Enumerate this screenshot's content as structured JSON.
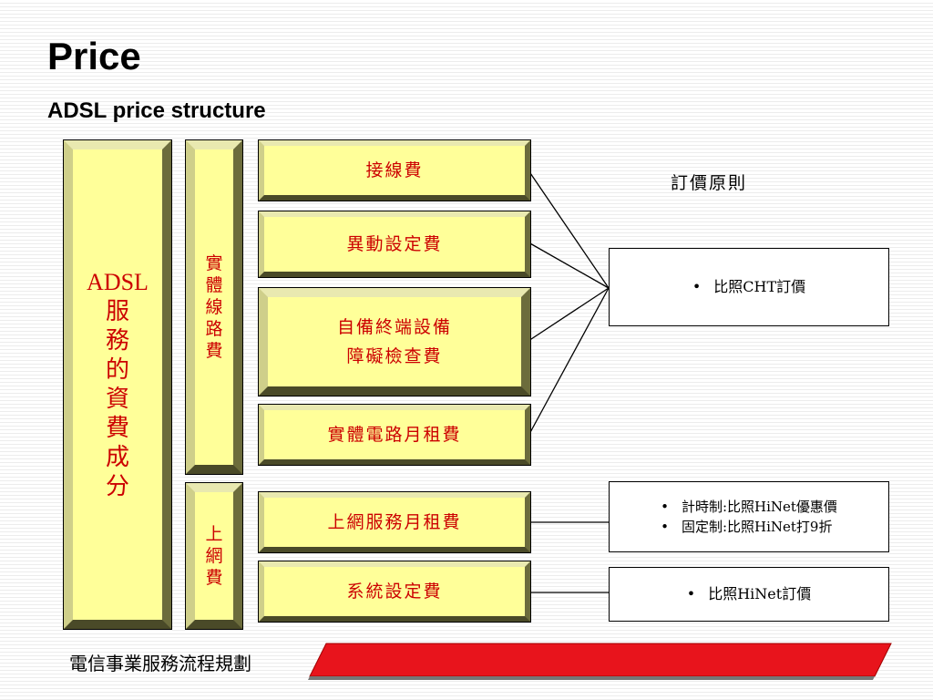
{
  "slide": {
    "title": "Price",
    "subtitle": "ADSL price structure",
    "footer": "電信事業服務流程規劃"
  },
  "diagram": {
    "root_label": "ADSL\n服\n務\n的\n資\n費\n成\n分",
    "group_physical": "實\n體\n線\n路\n費",
    "group_online": "上\n網\n費",
    "fees": [
      "接線費",
      "異動設定費",
      "自備終端設備\n障礙檢查費",
      "實體電路月租費",
      "上網服務月租費",
      "系統設定費"
    ],
    "pricing_principle_label": "訂價原則",
    "notes": {
      "cht": [
        "比照CHT訂價"
      ],
      "hinet_discount": [
        "計時制:比照HiNet優惠價",
        "固定制:比照HiNet打9折"
      ],
      "hinet": [
        "比照HiNet訂價"
      ]
    },
    "bullet": "•",
    "colors": {
      "fill": "#ffff99",
      "text_red": "#cc0000",
      "footer_bar": "#e8141c"
    }
  }
}
